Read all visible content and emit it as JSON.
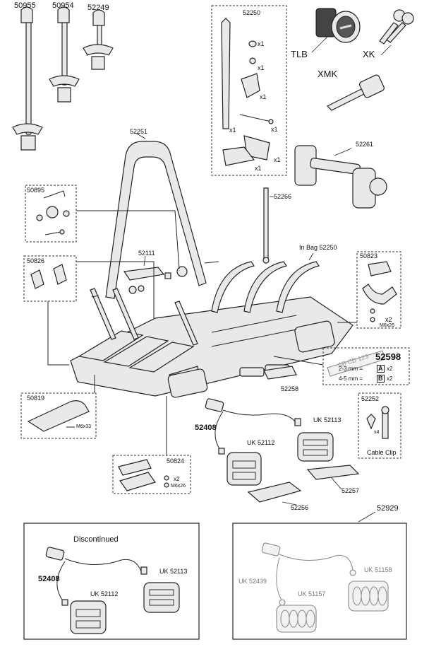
{
  "parts": {
    "p50955": "50955",
    "p50954": "50954",
    "p52249": "52249",
    "p52250": "52250",
    "p52251": "52251",
    "p52261": "52261",
    "p50895": "50895",
    "p52266": "52266",
    "p52111": "52111",
    "p50826": "50826",
    "p50823": "50823",
    "in_bag": "In Bag 52250",
    "p52598": "52598",
    "p50819": "50819",
    "p52258": "52258",
    "p52252": "52252",
    "cable_clip": "Cable Clip",
    "p52408": "52408",
    "uk52113": "UK 52113",
    "uk52112": "UK 52112",
    "p50824": "50824",
    "p52257": "52257",
    "p52256": "52256",
    "p52929": "52929"
  },
  "keys": {
    "tlb": "TLB",
    "xk": "XK",
    "xmk": "XMK"
  },
  "qty": {
    "x1": "x1",
    "x2": "x2",
    "x4": "x4",
    "m6x33": "M6x33",
    "m6x26": "M6x26"
  },
  "plate": {
    "text": "AB CD 123",
    "row1": "2-3 mm =",
    "row2": "4-5 mm =",
    "a": "A",
    "b": "B"
  },
  "discontinued": {
    "title": "Discontinued",
    "p52408": "52408",
    "uk52113": "UK 52113",
    "uk52112": "UK 52112"
  },
  "new_lights": {
    "uk52439": "UK 52439",
    "uk51157": "UK 51157",
    "uk51158": "UK 51158"
  }
}
